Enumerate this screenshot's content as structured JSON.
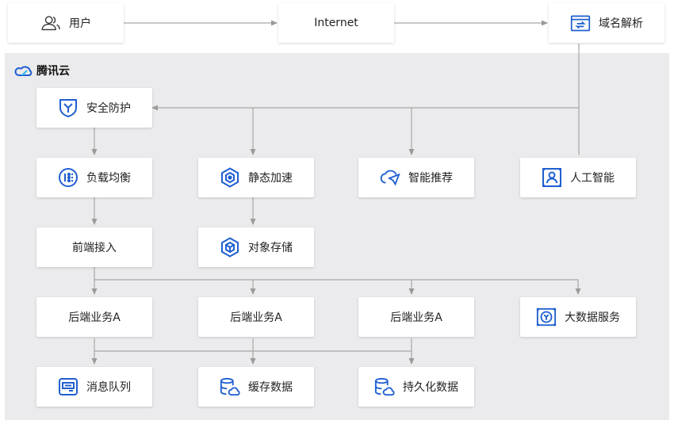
{
  "top": {
    "user": {
      "label": "用户",
      "icon": "user-group-icon"
    },
    "internet": {
      "label": "Internet"
    },
    "dns": {
      "label": "域名解析",
      "icon": "dns-icon"
    }
  },
  "cloud": {
    "brand": "腾讯云",
    "brand_icon": "tencent-cloud-logo",
    "security": {
      "label": "安全防护",
      "icon": "shield-icon"
    },
    "load_balance": {
      "label": "负载均衡",
      "icon": "load-balancer-icon"
    },
    "static_accel": {
      "label": "静态加速",
      "icon": "cdn-icon"
    },
    "smart_recommend": {
      "label": "智能推荐",
      "icon": "cloud-send-icon"
    },
    "ai": {
      "label": "人工智能",
      "icon": "ai-face-icon"
    },
    "frontend_access": {
      "label": "前端接入"
    },
    "object_storage": {
      "label": "对象存储",
      "icon": "cube-storage-icon"
    },
    "backend_1": {
      "label": "后端业务A"
    },
    "backend_2": {
      "label": "后端业务A"
    },
    "backend_3": {
      "label": "后端业务A"
    },
    "bigdata": {
      "label": "大数据服务",
      "icon": "bigdata-icon"
    },
    "message_queue": {
      "label": "消息队列",
      "icon": "message-queue-icon"
    },
    "cache": {
      "label": "缓存数据",
      "icon": "database-cloud-icon"
    },
    "persistent": {
      "label": "持久化数据",
      "icon": "database-cloud-icon"
    }
  },
  "colors": {
    "accent": "#1f5fd1",
    "line": "#a7a7a7",
    "region": "#ebebed"
  }
}
